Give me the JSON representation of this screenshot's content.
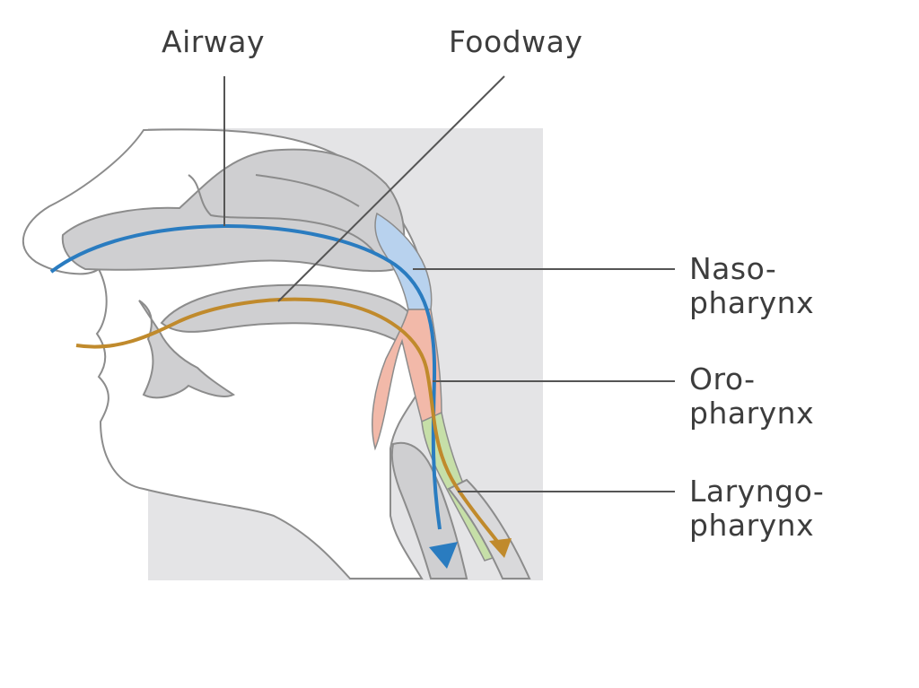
{
  "labels": {
    "airway": "Airway",
    "foodway": "Foodway",
    "nasopharynx": {
      "line1": "Naso-",
      "line2": "pharynx"
    },
    "oropharynx": {
      "line1": "Oro-",
      "line2": "pharynx"
    },
    "laryngopharynx": {
      "line1": "Laryngo-",
      "line2": "pharynx"
    }
  },
  "colors": {
    "airway": "#2a7cc0",
    "foodway": "#c08a2c",
    "nasopharynx_region": "#b8d2ee",
    "oropharynx_region": "#f2b9a9",
    "laryngopharynx_region": "#c6dfa8",
    "panel": "#e4e4e6",
    "outline": "#8c8c8c",
    "tissue": "#cfcfd1"
  }
}
